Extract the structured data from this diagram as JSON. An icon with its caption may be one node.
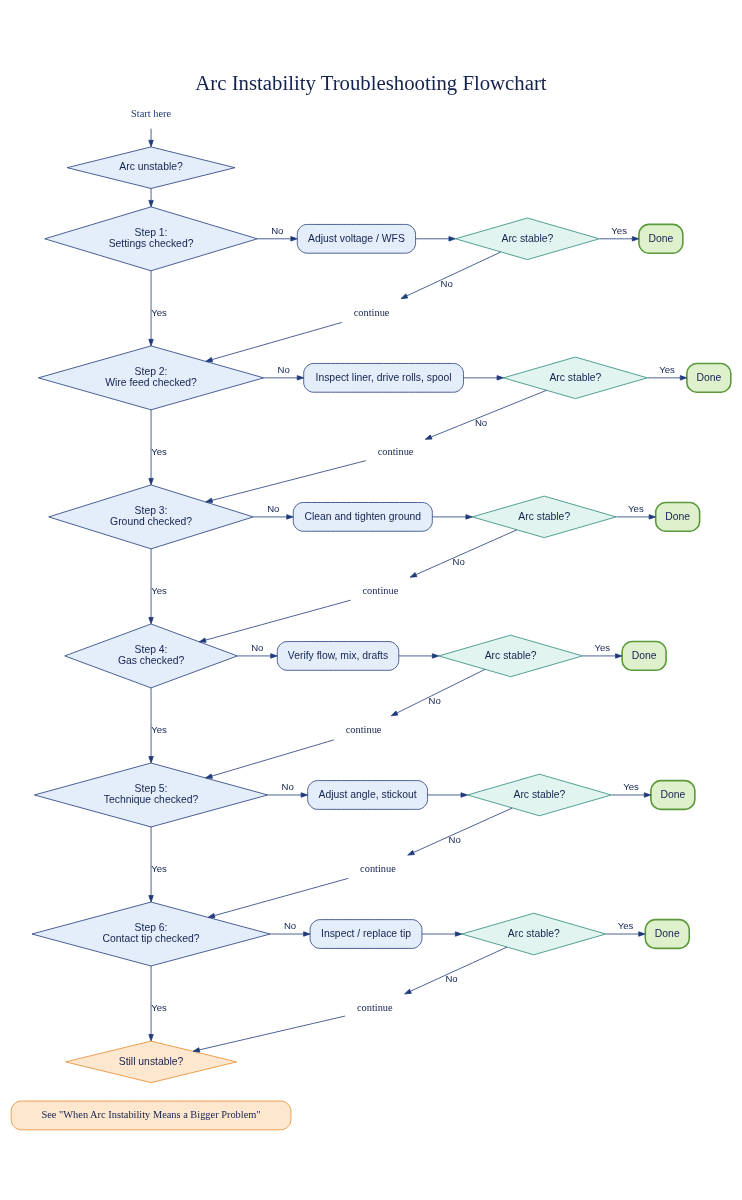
{
  "diagram": {
    "title": "Arc Instability Troubleshooting Flowchart",
    "nodes": [
      {
        "text": [
          "Start here"
        ]
      },
      {
        "text": [
          "Arc unstable?"
        ]
      },
      {
        "text": [
          "Step 1:",
          "Settings checked?"
        ]
      },
      {
        "text": [
          "Adjust voltage / WFS"
        ]
      },
      {
        "text": [
          "Arc stable?"
        ]
      },
      {
        "text": [
          "Done"
        ]
      },
      {
        "text": [
          "continue"
        ]
      },
      {
        "text": [
          "Step 2:",
          "Wire feed checked?"
        ]
      },
      {
        "text": [
          "Inspect liner, drive rolls, spool"
        ]
      },
      {
        "text": [
          "Arc stable?"
        ]
      },
      {
        "text": [
          "Done"
        ]
      },
      {
        "text": [
          "continue"
        ]
      },
      {
        "text": [
          "Step 3:",
          "Ground checked?"
        ]
      },
      {
        "text": [
          "Clean and tighten ground"
        ]
      },
      {
        "text": [
          "Arc stable?"
        ]
      },
      {
        "text": [
          "Done"
        ]
      },
      {
        "text": [
          "continue"
        ]
      },
      {
        "text": [
          "Step 4:",
          "Gas checked?"
        ]
      },
      {
        "text": [
          "Verify flow, mix, drafts"
        ]
      },
      {
        "text": [
          "Arc stable?"
        ]
      },
      {
        "text": [
          "Done"
        ]
      },
      {
        "text": [
          "continue"
        ]
      },
      {
        "text": [
          "Step 5:",
          "Technique checked?"
        ]
      },
      {
        "text": [
          "Adjust angle, stickout"
        ]
      },
      {
        "text": [
          "Arc stable?"
        ]
      },
      {
        "text": [
          "Done"
        ]
      },
      {
        "text": [
          "continue"
        ]
      },
      {
        "text": [
          "Step 6:",
          "Contact tip checked?"
        ]
      },
      {
        "text": [
          "Inspect / replace tip"
        ]
      },
      {
        "text": [
          "Arc stable?"
        ]
      },
      {
        "text": [
          "Done"
        ]
      },
      {
        "text": [
          "continue"
        ]
      },
      {
        "text": [
          "Still unstable?"
        ]
      },
      {
        "text": [
          "See \"When Arc Instability Means a Bigger Problem\""
        ]
      }
    ],
    "edges": [
      {
        "from": 0,
        "to": 1,
        "arrow": "to"
      },
      {
        "from": 1,
        "to": 2,
        "arrow": "to"
      },
      {
        "from": 2,
        "to": 3,
        "label": "No",
        "arrow": "to"
      },
      {
        "from": 3,
        "to": 4,
        "arrow": "to"
      },
      {
        "from": 4,
        "to": 5,
        "label": "Yes",
        "arrow": "to"
      },
      {
        "from": 4,
        "to": 6,
        "label": "No",
        "arrow": "to"
      },
      {
        "from": 6,
        "to": 7,
        "arrow": "to"
      },
      {
        "from": 2,
        "to": 7,
        "label": "Yes",
        "arrow": "to"
      },
      {
        "from": 7,
        "to": 8,
        "label": "No",
        "arrow": "to"
      },
      {
        "from": 8,
        "to": 9,
        "arrow": "to"
      },
      {
        "from": 9,
        "to": 10,
        "label": "Yes",
        "arrow": "to"
      },
      {
        "from": 9,
        "to": 11,
        "label": "No",
        "arrow": "to"
      },
      {
        "from": 11,
        "to": 12,
        "arrow": "to"
      },
      {
        "from": 7,
        "to": 12,
        "label": "Yes",
        "arrow": "to"
      },
      {
        "from": 12,
        "to": 13,
        "label": "No",
        "arrow": "to"
      },
      {
        "from": 13,
        "to": 14,
        "arrow": "to"
      },
      {
        "from": 14,
        "to": 15,
        "label": "Yes",
        "arrow": "to"
      },
      {
        "from": 14,
        "to": 16,
        "label": "No",
        "arrow": "to"
      },
      {
        "from": 16,
        "to": 17,
        "arrow": "to"
      },
      {
        "from": 12,
        "to": 17,
        "label": "Yes",
        "arrow": "to"
      },
      {
        "from": 17,
        "to": 18,
        "label": "No",
        "arrow": "to"
      },
      {
        "from": 18,
        "to": 19,
        "arrow": "to"
      },
      {
        "from": 19,
        "to": 20,
        "label": "Yes",
        "arrow": "to"
      },
      {
        "from": 19,
        "to": 21,
        "label": "No",
        "arrow": "to"
      },
      {
        "from": 21,
        "to": 22,
        "arrow": "to"
      },
      {
        "from": 17,
        "to": 22,
        "label": "Yes",
        "arrow": "to"
      },
      {
        "from": 22,
        "to": 23,
        "label": "No",
        "arrow": "to"
      },
      {
        "from": 23,
        "to": 24,
        "arrow": "to"
      },
      {
        "from": 24,
        "to": 25,
        "label": "Yes",
        "arrow": "to"
      },
      {
        "from": 24,
        "to": 26,
        "label": "No",
        "arrow": "to"
      },
      {
        "from": 26,
        "to": 27,
        "arrow": "to"
      },
      {
        "from": 22,
        "to": 27,
        "label": "Yes",
        "arrow": "to"
      },
      {
        "from": 27,
        "to": 28,
        "label": "No",
        "arrow": "to"
      },
      {
        "from": 28,
        "to": 29,
        "arrow": "to"
      },
      {
        "from": 29,
        "to": 30,
        "label": "Yes",
        "arrow": "to"
      },
      {
        "from": 29,
        "to": 31,
        "label": "No",
        "arrow": "to"
      },
      {
        "from": 31,
        "to": 32,
        "arrow": "to"
      },
      {
        "from": 27,
        "to": 32,
        "label": "Yes",
        "arrow": "to"
      }
    ]
  }
}
